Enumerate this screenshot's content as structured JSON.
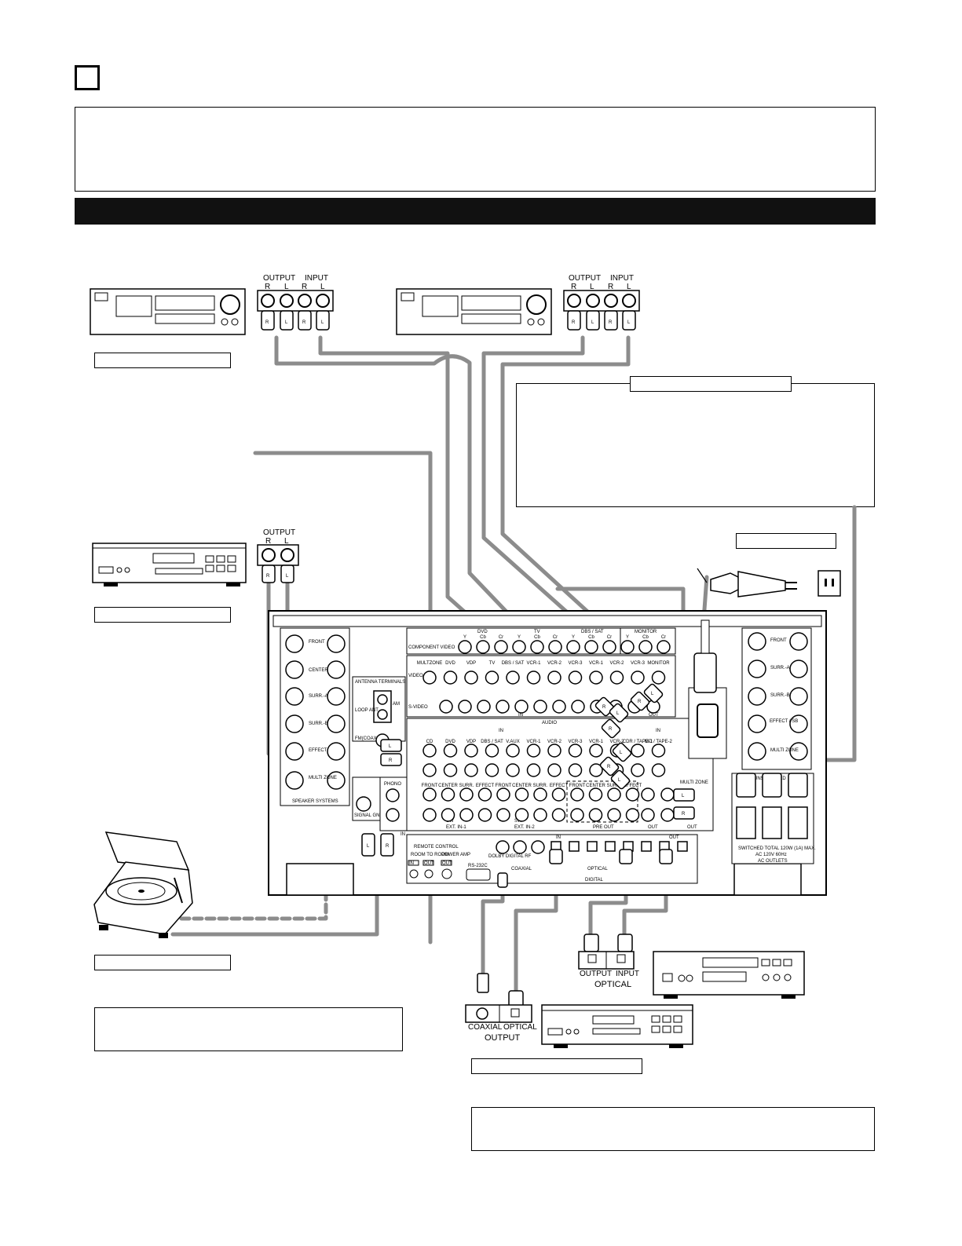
{
  "connectors": {
    "tape1": {
      "output": "OUTPUT",
      "input": "INPUT",
      "r": "R",
      "l": "L"
    },
    "tape2": {
      "output": "OUTPUT",
      "input": "INPUT",
      "r": "R",
      "l": "L"
    },
    "cd": {
      "output": "OUTPUT",
      "r": "R",
      "l": "L"
    },
    "plug_r": "R",
    "plug_l": "L",
    "coaxial": "COAXIAL",
    "optical": "OPTICAL",
    "output": "OUTPUT",
    "input": "INPUT",
    "optical_group": "OPTICAL"
  },
  "receiver": {
    "component_video": "COMPONENT VIDEO",
    "video": "VIDEO",
    "s_video": "S-VIDEO",
    "audio": "AUDIO",
    "in": "IN",
    "out": "OUT",
    "dvd": "DVD",
    "tv": "TV",
    "dbs_sat": "DBS / SAT",
    "monitor": "MONITOR",
    "y": "Y",
    "cb": "Cb",
    "cr": "Cr",
    "video_inputs": [
      "MULTZONE",
      "DVD",
      "VDP",
      "TV",
      "DBS / SAT",
      "VCR-1",
      "VCR-2",
      "VCR-3",
      "VCR-1",
      "VCR-2",
      "VCR-3",
      "MONITOR"
    ],
    "audio_inputs": [
      "CD",
      "DVD",
      "VDP",
      "DBS / SAT",
      "V.AUX",
      "VCR-1",
      "VCR-2",
      "VCR-3",
      "VCR-1",
      "VCR-2",
      "CDR / TAPE-1",
      "MD / TAPE-2"
    ],
    "ext_labels": [
      "FRONT",
      "CENTER",
      "SURR.",
      "EFFECT",
      "FRONT",
      "CENTER",
      "SURR.",
      "EFFECT",
      "FRONT",
      "CENTER",
      "SURR.",
      "EFFECT"
    ],
    "ext_in_1": "EXT. IN-1",
    "ext_in_2": "EXT. IN-2",
    "pre_out": "PRE OUT",
    "sw": "SW",
    "phono": "PHONO",
    "signal_gnd": "SIGNAL GND",
    "antenna_terminals": "ANTENNA TERMINALS",
    "am": "AM",
    "loop_ant": "LOOP ANT.",
    "fm_coax": "FM(COAX.)",
    "multi_zone": "MULTI ZONE",
    "speaker_left": [
      "FRONT",
      "CENTER",
      "SURR.-A",
      "SURR.-B",
      "EFFECT",
      "MULTI ZONE"
    ],
    "speaker_right": [
      "FRONT",
      "SURR.-A",
      "SURR.-B",
      "EFFECT / SB",
      "MULTI ZONE"
    ],
    "speaker_systems": "SPEAKER SYSTEMS",
    "remote_control": "REMOTE CONTROL",
    "room_to_room": "ROOM TO ROOM",
    "power_amp": "POWER AMP",
    "rs232c": "RS-232C",
    "dolby_digital_rf": "DOLBY DIGITAL RF",
    "coaxial": "COAXIAL",
    "optical": "OPTICAL",
    "digital": "DIGITAL",
    "switched": "SWITCHED TOTAL 120W (1A) MAX.",
    "ac": "AC 120V 60Hz",
    "ac_outlets": "AC OUTLETS",
    "unswitched": "UNSWITCHED"
  },
  "colors": {
    "cable": "#8c8c8c",
    "ink": "#000000",
    "panel": "#ffffff",
    "heading": "#111111"
  }
}
